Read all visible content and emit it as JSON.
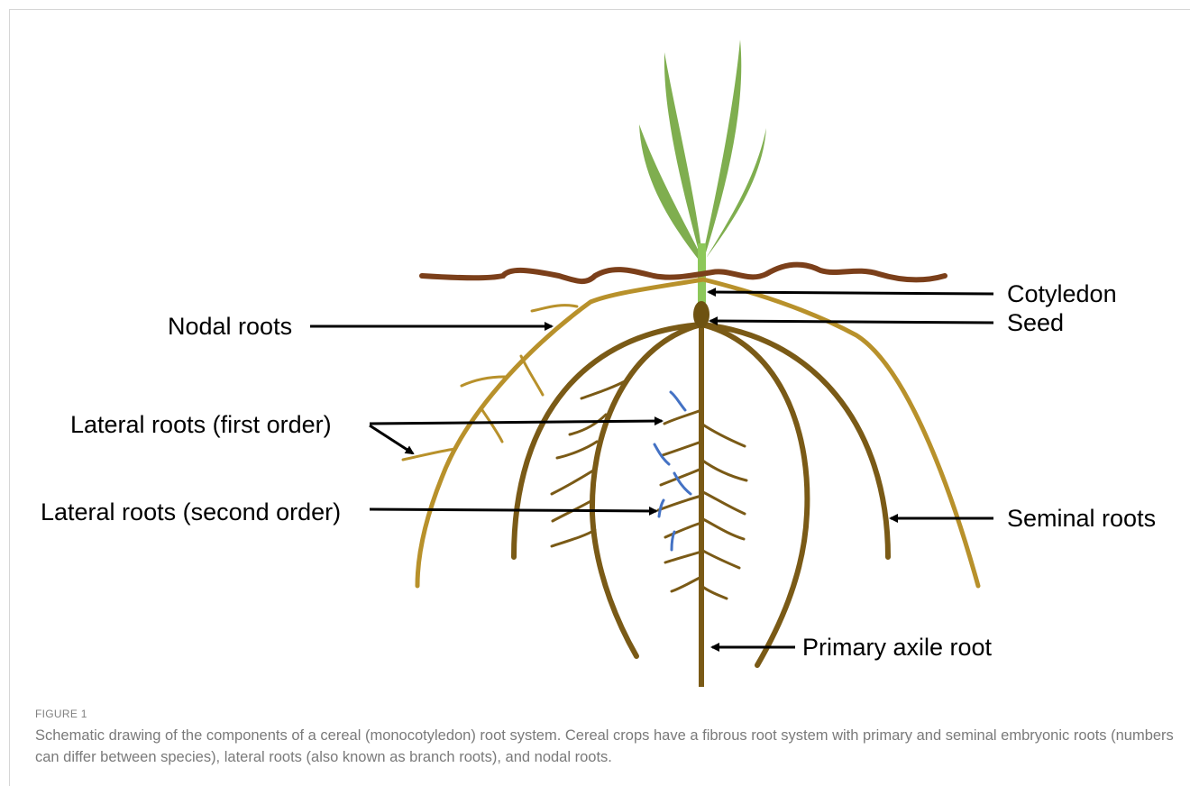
{
  "diagram": {
    "labels": {
      "cotyledon": "Cotyledon",
      "seed": "Seed",
      "nodal_roots": "Nodal roots",
      "lateral_first": "Lateral roots (first order)",
      "lateral_second": "Lateral roots (second order)",
      "seminal_roots": "Seminal roots",
      "primary_axile": "Primary axile root"
    },
    "colors": {
      "leaf": "#7fae4f",
      "stem": "#8dc85a",
      "soil_line": "#7b3f1a",
      "seed": "#6e5211",
      "primary_root": "#7a5a16",
      "seminal_root": "#7a5a16",
      "nodal_root": "#b8912b",
      "lateral_second_order": "#4472c4",
      "arrow": "#000000"
    }
  },
  "figure": {
    "label": "FIGURE 1",
    "caption": "Schematic drawing of the components of a cereal (monocotyledon) root system. Cereal crops have a fibrous root system with primary and seminal embryonic roots (numbers can differ between species), lateral roots (also known as branch roots), and nodal roots."
  }
}
